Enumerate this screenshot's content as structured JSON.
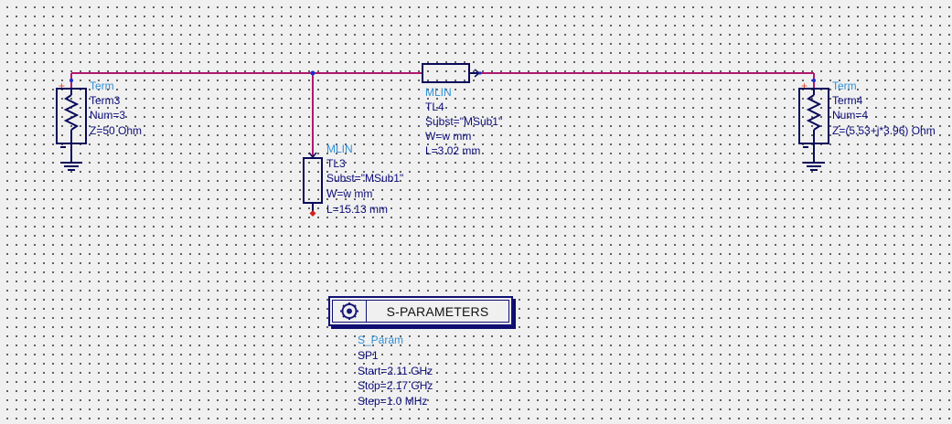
{
  "term3": {
    "type": "Term",
    "name": "Term3",
    "num": "Num=3",
    "z": "Z=50 Ohm"
  },
  "term4": {
    "type": "Term",
    "name": "Term4",
    "num": "Num=4",
    "z": "Z=(5.53+j*3.96) Ohm"
  },
  "tl4": {
    "type": "MLIN",
    "name": "TL4",
    "subst": "Subst=\"MSub1\"",
    "w": "W=w mm",
    "l": "L=3.02 mm"
  },
  "tl3": {
    "type": "MLIN",
    "name": "TL3",
    "subst": "Subst=\"MSub1\"",
    "w": "W=w mm",
    "l": "L=15.13 mm"
  },
  "sparam": {
    "panel_title": "S-PARAMETERS",
    "type": "S_Param",
    "name": "SP1",
    "start": "Start=2.11 GHz",
    "stop": "Stop=2.17 GHz",
    "step": "Step=1.0 MHz"
  },
  "colors": {
    "wire": "#b0186e",
    "component": "#0a0a5a",
    "label": "#0b0b7a",
    "type_label": "#2f8fd6",
    "background": "#f0f0f0"
  }
}
